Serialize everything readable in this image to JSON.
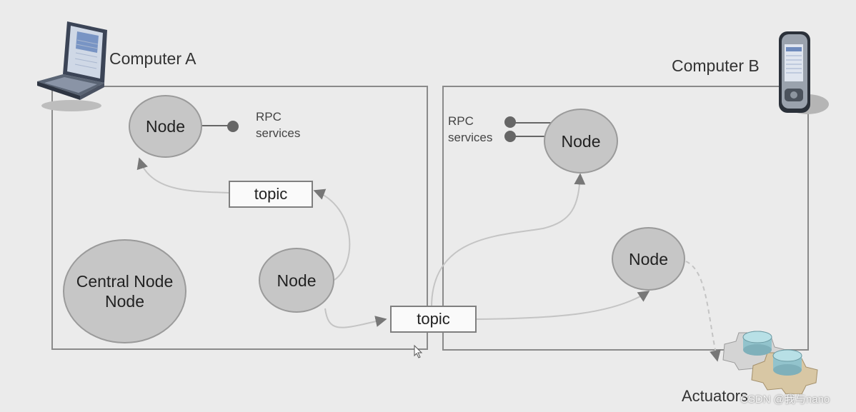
{
  "computer_a": {
    "label": "Computer A",
    "laptop_icon": "laptop-icon"
  },
  "computer_b": {
    "label": "Computer B",
    "pda_icon": "pda-icon"
  },
  "nodes": {
    "a_top": "Node",
    "a_bottom": "Node",
    "central_line1": "Central Node",
    "central_line2": "Node",
    "b_top": "Node",
    "b_mid": "Node"
  },
  "rpc_a": {
    "line1": "RPC",
    "line2": "services"
  },
  "rpc_b": {
    "line1": "RPC",
    "line2": "services"
  },
  "topics": {
    "internal": "topic",
    "shared": "topic"
  },
  "actuators": {
    "label": "Actuators",
    "icon": "gears-icon"
  },
  "watermark": "CSDN @我与nano",
  "colors": {
    "background": "#ebebeb",
    "node_fill": "#c6c6c6",
    "border": "#8a8a8a",
    "arrow": "#bdbdbd"
  }
}
